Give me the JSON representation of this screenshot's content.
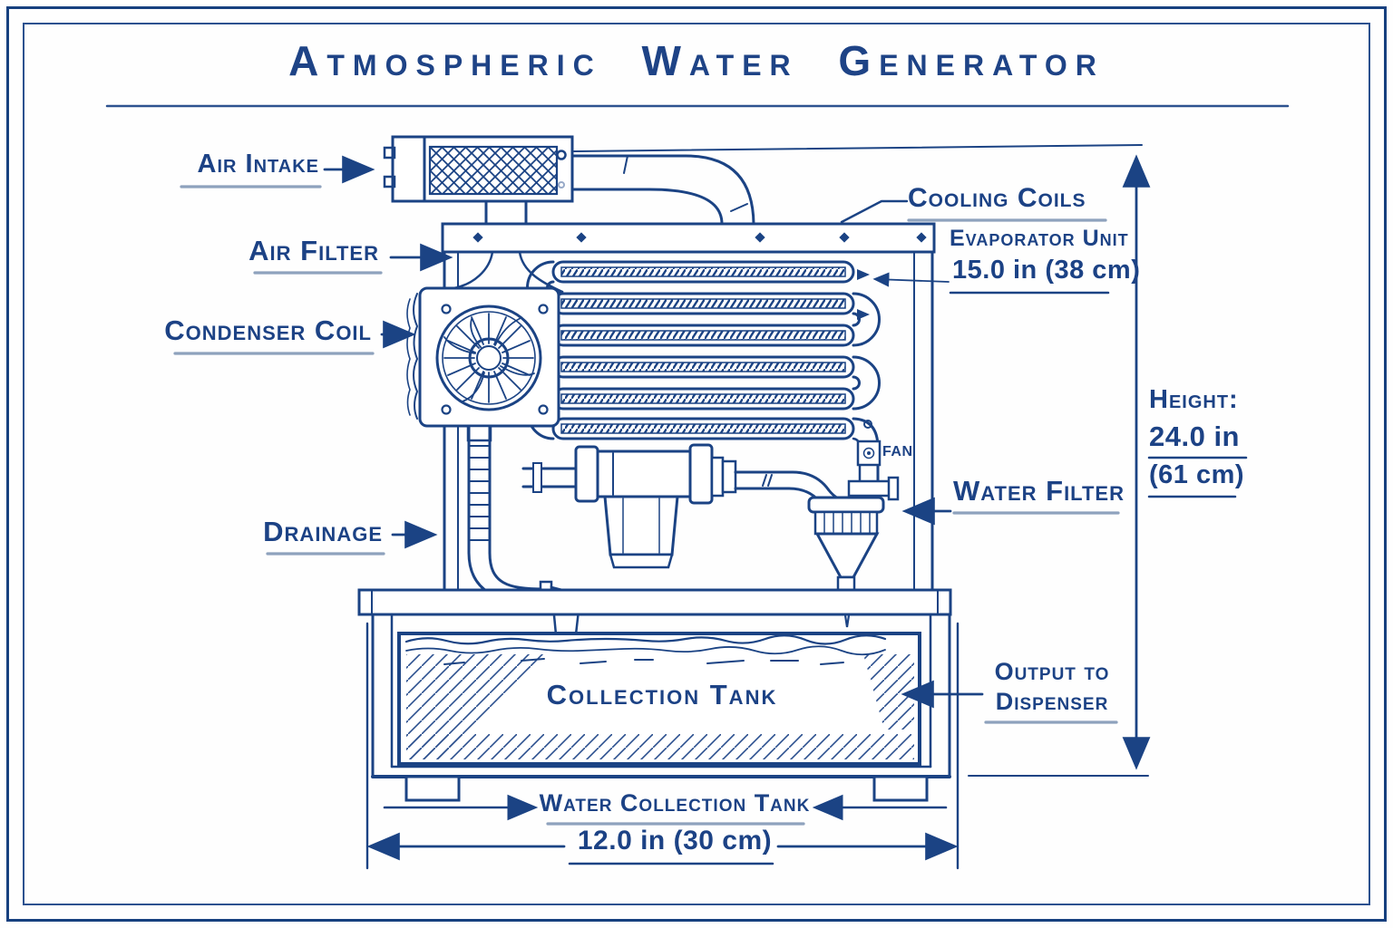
{
  "title": "Atmospheric Water Generator",
  "labels": {
    "air_intake": "Air Intake",
    "air_filter": "Air Filter",
    "condenser_coil": "Condenser Coil",
    "drainage": "Drainage",
    "cooling_coils": "Cooling Coils",
    "evaporator_unit": "Evaporator Unit",
    "water_filter": "Water Filter",
    "fan": "FAN",
    "output_to_dispenser_line1": "Output to",
    "output_to_dispenser_line2": "Dispenser",
    "collection_tank": "Collection Tank",
    "water_collection_tank": "Water Collection Tank"
  },
  "dimensions": {
    "evaporator_width": "15.0 in (38 cm)",
    "height_label": "Height:",
    "height_value": "24.0 in",
    "height_metric": "(61 cm)",
    "tank_width": "12.0 in (30 cm)"
  },
  "colors": {
    "ink": "#1b4384",
    "label_underline": "#8ea2bd",
    "background": "#ffffff"
  }
}
